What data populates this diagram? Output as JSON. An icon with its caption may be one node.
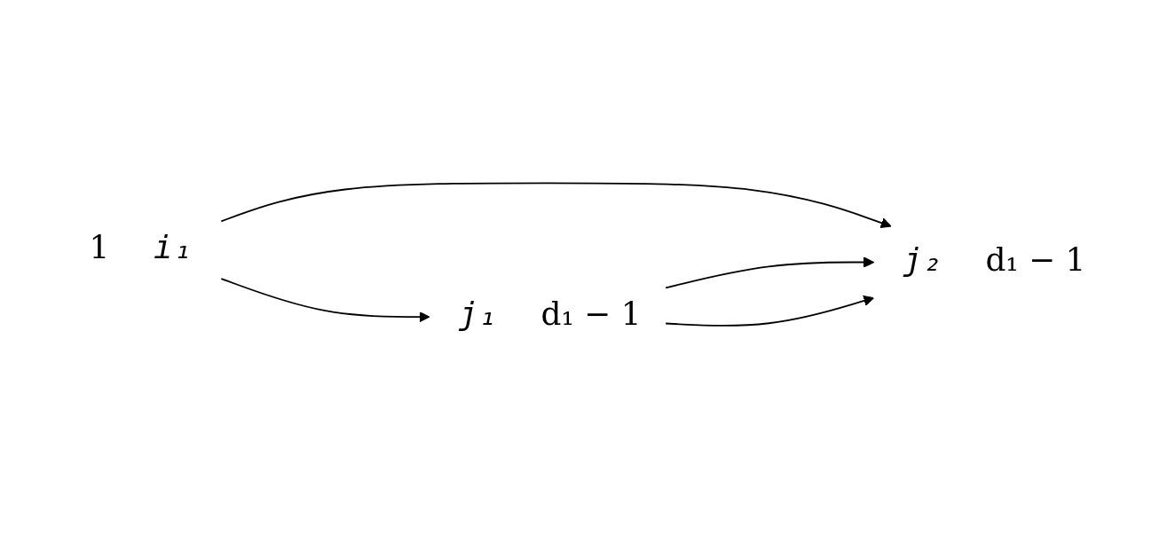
{
  "diagram": {
    "nodes": [
      {
        "text": [
          "i₁"
        ],
        "beside": [
          "1"
        ]
      },
      {
        "text": [
          "j₁"
        ],
        "beside": [
          "d₁ − 1"
        ]
      },
      {
        "text": [
          "j₂"
        ],
        "beside": [
          "d₁ − 1"
        ]
      }
    ],
    "edges": [
      {
        "from": 0,
        "to": 1,
        "arrow": "to"
      },
      {
        "from": 0,
        "to": 2,
        "arrow": "to"
      },
      {
        "from": 1,
        "to": 2,
        "arrow": "to"
      },
      {
        "from": 1,
        "to": 2,
        "arrow": "to"
      }
    ]
  }
}
